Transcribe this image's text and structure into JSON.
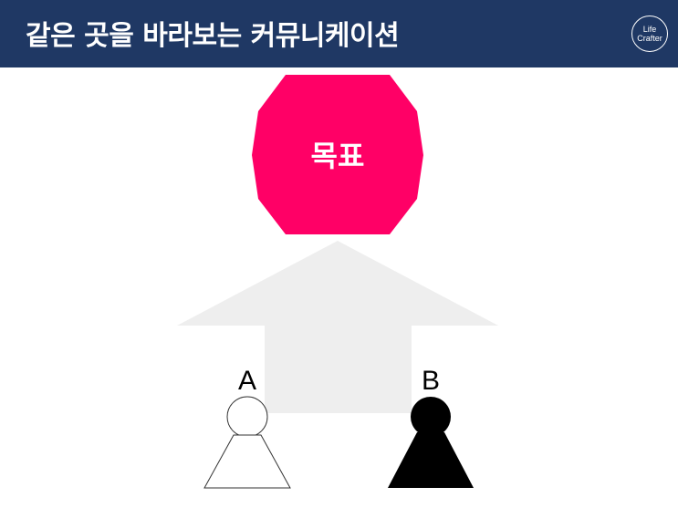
{
  "header": {
    "title": "같은 곳을 바라보는 커뮤니케이션",
    "logo_line1": "Life",
    "logo_line2": "Crafter"
  },
  "diagram": {
    "goal_label": "목표",
    "person_a_label": "A",
    "person_b_label": "B"
  },
  "colors": {
    "header_bg": "#1f3864",
    "goal_fill": "#ff0066",
    "arrow_fill": "#eeeeee",
    "person_b_fill": "#000000"
  }
}
